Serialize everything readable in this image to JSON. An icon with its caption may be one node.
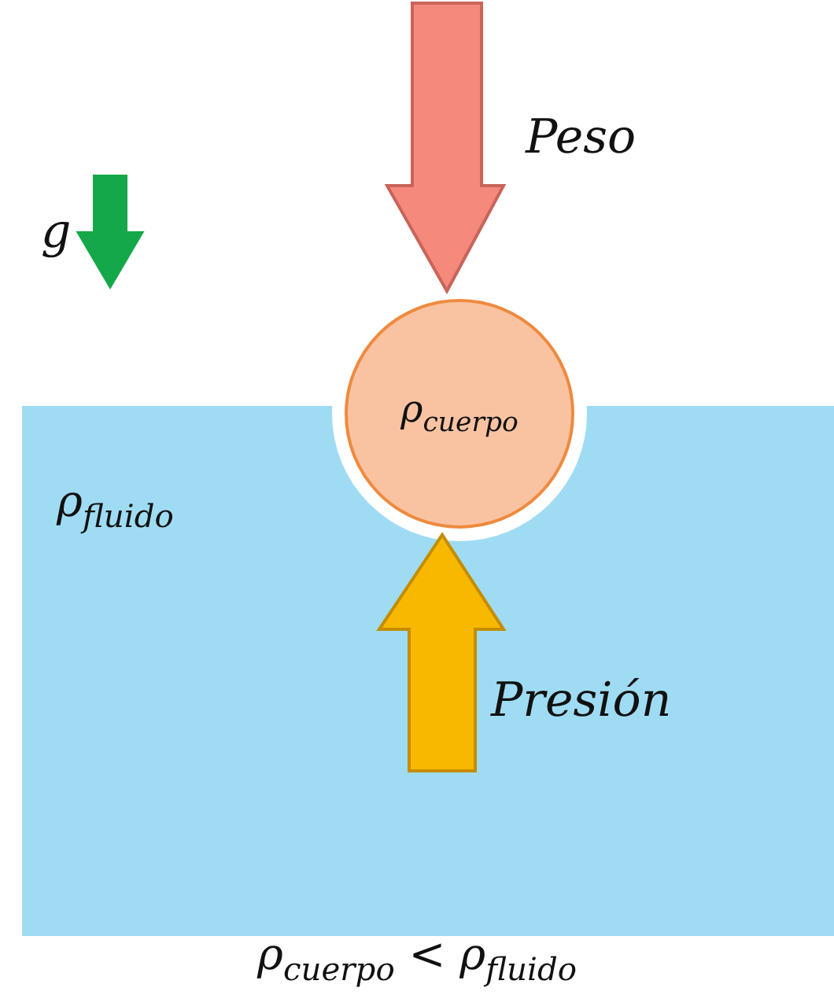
{
  "diagram": {
    "caption": "ρ$_{cuerpo}$ < ρ$_{fluido}$",
    "nodes": [
      {
        "text": [
          "ρ$_{fluido}$"
        ]
      },
      {
        "text": [
          "ρ$_{cuerpo}$"
        ]
      }
    ],
    "labels": [
      "g",
      "Peso",
      "Presión"
    ]
  }
}
